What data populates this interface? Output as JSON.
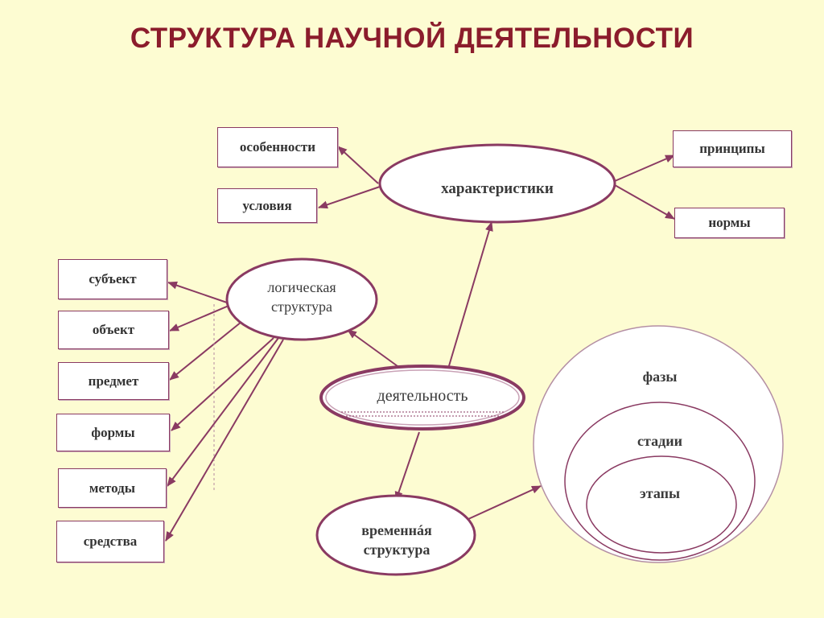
{
  "title": "СТРУКТУРА НАУЧНОЙ ДЕЯТЕЛЬНОСТИ",
  "nodes": {
    "characteristics": "характеристики",
    "features": "особенности",
    "conditions": "условия",
    "principles": "принципы",
    "norms": "нормы",
    "logical_structure": "логическая структура",
    "subject": "субъект",
    "object": "объект",
    "topic": "предмет",
    "forms": "формы",
    "methods": "методы",
    "means": "средства",
    "activity": "деятельность",
    "temporal_structure": "временнáя структура",
    "phases": "фазы",
    "stages": "стадии",
    "steps": "этапы"
  },
  "colors": {
    "background": "#fdfcd2",
    "title": "#8b1c2c",
    "stroke": "#8a3a62",
    "text": "#333333"
  }
}
